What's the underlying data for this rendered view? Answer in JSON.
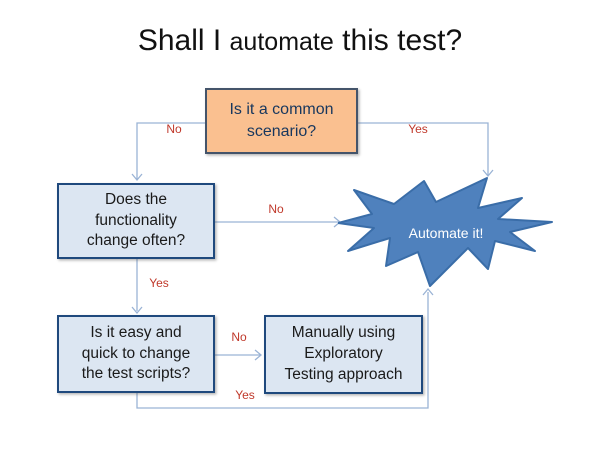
{
  "title": {
    "part1": "Shall I ",
    "part2": "automate",
    "part3": " this test?"
  },
  "nodes": {
    "common_scenario": {
      "label": "Is it a common\nscenario?"
    },
    "functionality_change": {
      "label": "Does the\nfunctionality\nchange often?"
    },
    "easy_to_change": {
      "label": "Is it easy and\nquick to change\nthe test scripts?"
    },
    "manual_exploratory": {
      "label": "Manually using\nExploratory\nTesting approach"
    },
    "automate": {
      "label": "Automate it!"
    }
  },
  "edges": {
    "no_top": "No",
    "yes_top": "Yes",
    "no_mid": "No",
    "yes_mid": "Yes",
    "no_bottom": "No",
    "yes_bottom": "Yes"
  },
  "colors": {
    "box_orange_fill": "#fac090",
    "box_orange_border": "#44546a",
    "box_blue_fill": "#dce6f2",
    "box_blue_border": "#1f497d",
    "starburst_fill": "#4f81bd",
    "starburst_border": "#3a6da8",
    "connector_line": "#9ab3d5",
    "edge_label_red": "#c0392b",
    "title_text": "#111111"
  }
}
